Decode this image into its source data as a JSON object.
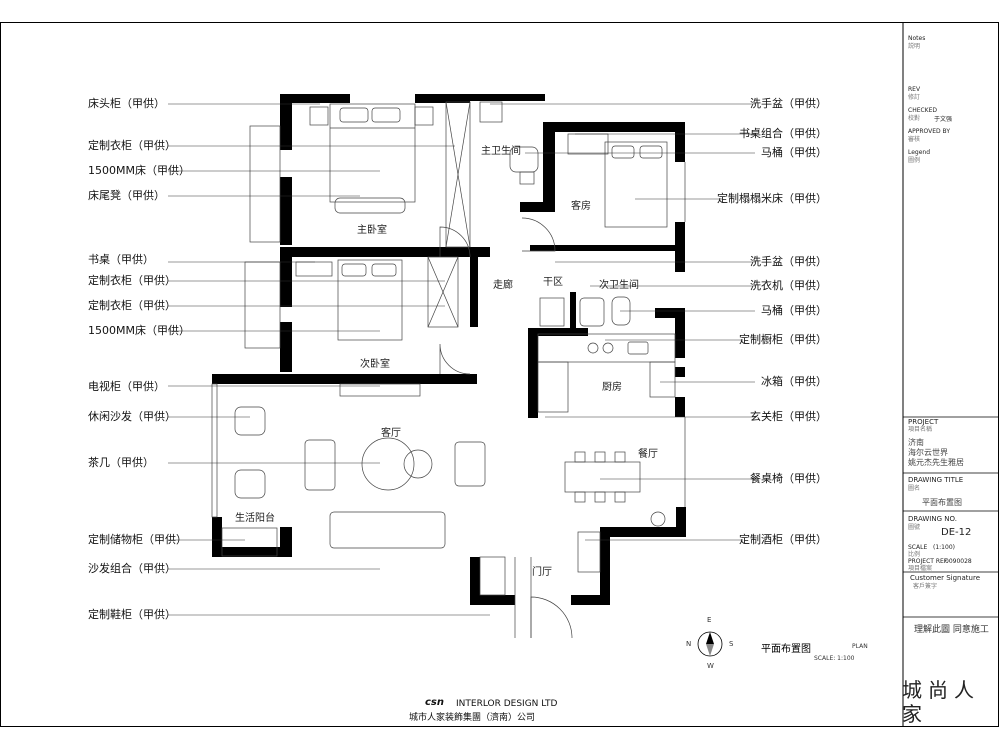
{
  "callouts_left": [
    "床头柜（甲供）",
    "定制衣柜（甲供）",
    "1500MM床（甲供）",
    "床尾凳（甲供）",
    "书桌（甲供）",
    "定制衣柜（甲供）",
    "定制衣柜（甲供）",
    "1500MM床（甲供）",
    "电视柜（甲供）",
    "休闲沙发（甲供）",
    "茶几（甲供）",
    "定制储物柜（甲供）",
    "沙发组合（甲供）",
    "定制鞋柜（甲供）"
  ],
  "callouts_right": [
    "洗手盆（甲供）",
    "书桌组合（甲供）",
    "马桶（甲供）",
    "定制榻榻米床（甲供）",
    "洗手盆（甲供）",
    "洗衣机（甲供）",
    "马桶（甲供）",
    "定制橱柜（甲供）",
    "冰箱（甲供）",
    "玄关柜（甲供）",
    "餐桌椅（甲供）",
    "定制酒柜（甲供）"
  ],
  "rooms": {
    "master_bedroom": "主卧室",
    "master_bath": "主卫生间",
    "guest_room": "客房",
    "corridor": "走廊",
    "dry_area": "干区",
    "second_bath": "次卫生间",
    "second_bedroom": "次卧室",
    "kitchen": "厨房",
    "living_room": "客厅",
    "dining": "餐厅",
    "balcony": "生活阳台",
    "foyer": "门厅"
  },
  "plan_title": {
    "title": "平面布置图",
    "en": "PLAN",
    "scale": "SCALE:  1:100"
  },
  "compass": {
    "n": "N",
    "e": "E",
    "s": "S",
    "w": "W"
  },
  "title_block": {
    "notes_label": "Notes",
    "notes_sub": "説明",
    "rev_label": "REV",
    "rev_sub": "修訂",
    "checked_label": "CHECKED",
    "checked_sub": "校對",
    "checked_name": "于文强",
    "approved_label": "APPROVED BY",
    "approved_sub": "審核",
    "legend_label": "Legend",
    "legend_sub": "圖例",
    "project_label": "PROJECT",
    "project_sub": "項目名稱",
    "project_lines": [
      "济南",
      "海尔云世界",
      "姚元杰先生雅居"
    ],
    "drawing_title_label": "DRAWING TITLE",
    "drawing_title_sub": "圖名",
    "drawing_title": "平面布置图",
    "drawing_no_label": "DRAWING NO.",
    "drawing_no_sub": "圖號",
    "drawing_no": "DE-12",
    "scale_label": "SCALE",
    "scale_sub": "比例",
    "scale_value": "(1:100)",
    "project_ref_label": "PROJECT REF.",
    "project_ref_value": "0090028",
    "project_ref_sub": "項目檔案",
    "customer_sig_label": "Customer Signature",
    "customer_sig_sub": "客戶簽字",
    "agree_text": "理解此圖  同意施工",
    "seal_chars": "城尚人家"
  },
  "footer": {
    "brand_mark": "csn",
    "company_en": "INTERLOR DESIGN LTD",
    "company_cn": "城市人家装飾集團（濟南）公司"
  }
}
